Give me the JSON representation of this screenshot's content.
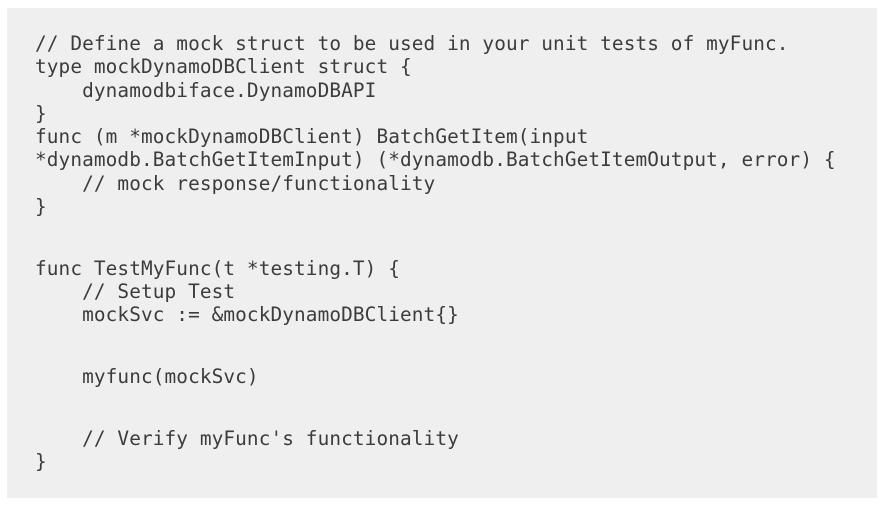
{
  "code_block": {
    "language": "go",
    "lines": [
      "// Define a mock struct to be used in your unit tests of myFunc.",
      "type mockDynamoDBClient struct {",
      "    dynamodbiface.DynamoDBAPI",
      "}",
      "func (m *mockDynamoDBClient) BatchGetItem(input",
      "*dynamodb.BatchGetItemInput) (*dynamodb.BatchGetItemOutput, error) {",
      "    // mock response/functionality",
      "}",
      "",
      "",
      "func TestMyFunc(t *testing.T) {",
      "    // Setup Test",
      "    mockSvc := &mockDynamoDBClient{}",
      "",
      "",
      "    myfunc(mockSvc)",
      "",
      "",
      "    // Verify myFunc's functionality",
      "}"
    ]
  },
  "colors": {
    "page_background": "#ffffff",
    "code_background": "#efefef",
    "code_text": "#3c3c3c"
  }
}
